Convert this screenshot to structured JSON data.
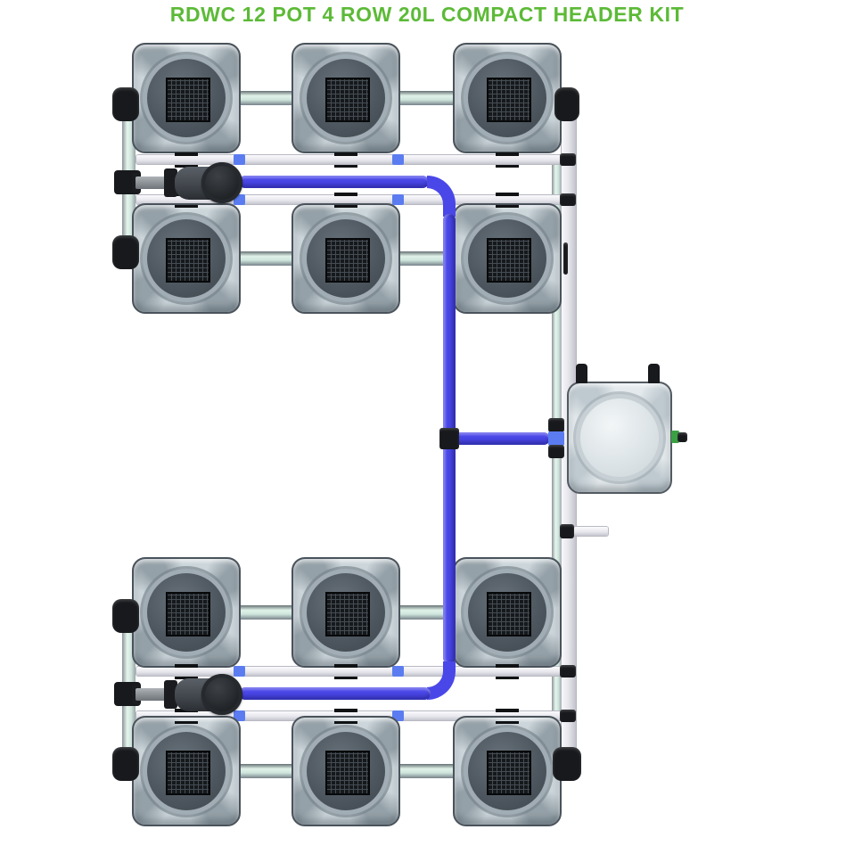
{
  "title": {
    "text": "RDWC 12 POT 4 ROW 20L COMPACT HEADER KIT"
  },
  "kit": {
    "pot_count": 12,
    "row_count": 4,
    "pots_per_row": 3,
    "pot_volume": "20L",
    "header_style": "COMPACT HEADER",
    "pump_count": 2,
    "header_tank_count": 1
  },
  "components": {
    "pot": "square 20L pot with round mesh-screen lid",
    "header_tank": "compact header tank with solid round lid",
    "pump": "inline circulation pump with shut-off valve",
    "delivery_pipe": "blue pump delivery line",
    "return_pipe": "white return manifold pipe",
    "interconnect_pipe": "glass-green pot interconnect pipe",
    "elbow_fitting": "black elbow fitting",
    "tee_fitting": "black tee fitting",
    "clamp": "black pipe clamp",
    "coupler": "blue pipe coupler",
    "drain_valve": "green tank drain valve"
  },
  "colors": {
    "background": "#ffffff",
    "title-green": "#5cba37",
    "pipe-blue": "#4a47e8",
    "coupler-blue": "#5b7cf0",
    "pot-light": "#cbd5da",
    "pot-dark": "#95a1a8",
    "pot-edge": "#4a535b",
    "lid-dark": "#4d565e",
    "mesh-dark": "#16191c",
    "tank-light": "#e3e9ec",
    "tank-dark": "#bfcad0",
    "fitting-black": "#17191c",
    "pump-gray": "#42474d",
    "valve-gray": "#8d9297",
    "drain-green": "#3aa044"
  }
}
